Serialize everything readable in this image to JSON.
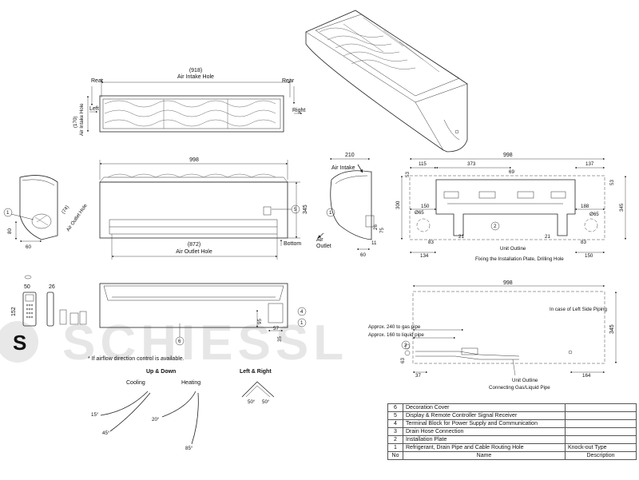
{
  "watermark": "SCHIESSL",
  "top_view": {
    "dim_width": "(918)",
    "dim_label": "Air Intake Hole",
    "rear_left": "Rear",
    "rear_right": "Rear",
    "left": "Left",
    "right": "Right",
    "depth": "(170)",
    "depth_label": "Air Intake Hole"
  },
  "front_view": {
    "width": "998",
    "height": "345",
    "outlet_width": "(872)",
    "outlet_label": "Air Outlet Hole",
    "bottom": "Bottom"
  },
  "left_side_view": {
    "d80": "80",
    "d60": "60",
    "d74": "(74)",
    "outlet_label": "Air Outlet Hole"
  },
  "right_side_view": {
    "width": "210",
    "air_intake": "Air Intake",
    "air_outlet": "Air\nOutlet",
    "d60": "60",
    "d11": "11",
    "d26": "26",
    "d75": "75"
  },
  "plate_view": {
    "width": "998",
    "d115": "115",
    "d373": "373",
    "d69": "69",
    "d137": "137",
    "d53": "53",
    "d53b": "53",
    "d300": "300",
    "d345": "345",
    "d150": "150",
    "d188": "188",
    "phi65a": "Ø65",
    "phi65b": "Ø65",
    "d83a": "83",
    "d83b": "83",
    "d134": "134",
    "d150b": "150",
    "d21a": "21",
    "d21b": "21",
    "unit_outline": "Unit Outline",
    "caption": "Fixing the Installation Plate, Drilling Hole"
  },
  "remote": {
    "width": "50",
    "depth": "26",
    "height": "152"
  },
  "bottom_view": {
    "d95": "95",
    "d57": "57",
    "d35": "35"
  },
  "piping_view": {
    "width": "998",
    "height": "345",
    "note_left": "In case of Left Side Piping",
    "gas": "Approx. 240 to gas pipe",
    "liquid": "Approx. 160 to liquid pipe",
    "d63": "63",
    "d37": "37",
    "d164": "164",
    "unit_outline": "Unit Outline",
    "connecting": "Connecting Gas/Liquid Pipe"
  },
  "airflow": {
    "note": "* If airflow direction control is available.",
    "updown": "Up & Down",
    "leftright": "Left & Right",
    "cooling": "Cooling",
    "heating": "Heating",
    "a15": "15°",
    "a45": "45°",
    "a20": "20°",
    "a85": "85°",
    "a50l": "50°",
    "a50r": "50°"
  },
  "callouts": [
    "1",
    "2",
    "3",
    "4",
    "5",
    "6"
  ],
  "parts_table": {
    "rows": [
      {
        "no": "6",
        "name": "Decoration Cover",
        "desc": ""
      },
      {
        "no": "5",
        "name": "Display & Remote Controller Signal Receiver",
        "desc": ""
      },
      {
        "no": "4",
        "name": "Terminal Block for Power Supply and Communication",
        "desc": ""
      },
      {
        "no": "3",
        "name": "Drain Hose Connection",
        "desc": ""
      },
      {
        "no": "2",
        "name": "Installation Plate",
        "desc": ""
      },
      {
        "no": "1",
        "name": "Refrigerant, Drain Pipe and Cable Routing Hole",
        "desc": "Knock-out Type"
      }
    ],
    "header": {
      "no": "No",
      "name": "Name",
      "desc": "Description"
    }
  }
}
